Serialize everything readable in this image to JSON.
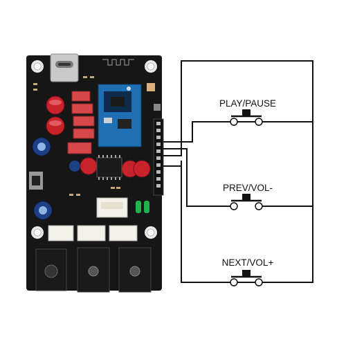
{
  "buttons": [
    {
      "label": "PLAY/PAUSE",
      "function": "play-pause"
    },
    {
      "label": "PREV/VOL-",
      "function": "previous-track-volume-down"
    },
    {
      "label": "NEXT/VOL+",
      "function": "next-track-volume-up"
    }
  ],
  "board": {
    "components": [
      "usb-c-connector",
      "bluetooth-module",
      "electrolytic-capacitors",
      "film-capacitors",
      "amplifier-ic",
      "green-leds",
      "jst-connectors",
      "audio-jacks",
      "dc-barrel-jack",
      "pin-header"
    ]
  },
  "colors": {
    "board": "#161616",
    "wire": "#111111",
    "module": "#1f6fb5",
    "capacitor_red": "#c8222a",
    "film_cap": "#d7484a",
    "led": "#22b14c"
  }
}
